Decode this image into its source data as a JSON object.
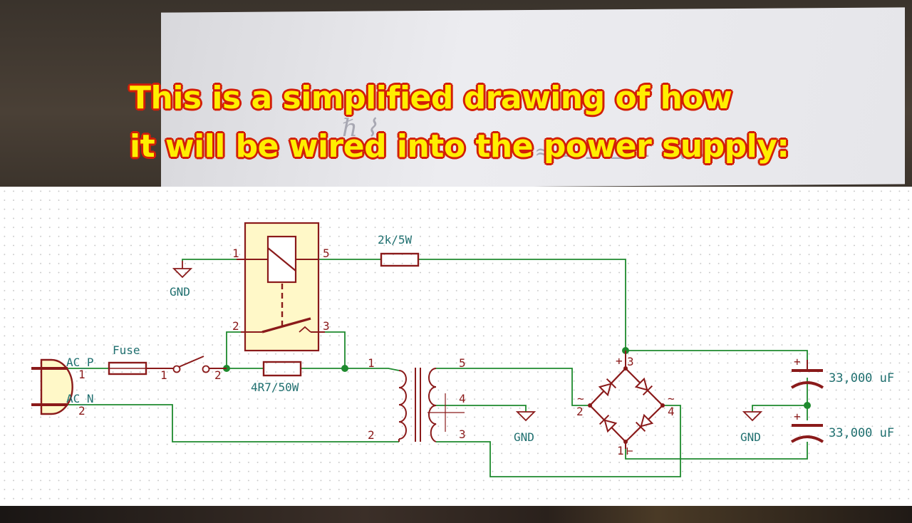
{
  "caption": {
    "line1": "This is a simplified drawing of how",
    "line2": "it will be wired into the power supply:"
  },
  "colors": {
    "wire": "#1e8a2e",
    "component": "#8a1a1a",
    "relay_fill": "#fff8c8",
    "label": "#1f6f6f",
    "caption_text": "#ffee00",
    "caption_outline": "#d21e08"
  },
  "schematic": {
    "connector": {
      "pin1_net": "AC_P",
      "pin2_net": "AC_N",
      "pin1": "1",
      "pin2": "2"
    },
    "fuse": {
      "label": "Fuse"
    },
    "switch": {
      "pin1": "1",
      "pin2": "2"
    },
    "relay": {
      "pin1": "1",
      "pin2": "2",
      "pin3": "3",
      "pin5": "5"
    },
    "gnd_relay": {
      "label": "GND"
    },
    "resistor_series": {
      "label": "2k/5W"
    },
    "resistor_bypass": {
      "label": "4R7/50W"
    },
    "transformer": {
      "pin1": "1",
      "pin2": "2",
      "pin3": "3",
      "pin4": "4",
      "pin5": "5"
    },
    "gnd_transformer": {
      "label": "GND"
    },
    "bridge": {
      "pin1": "1",
      "pin2": "2",
      "pin3": "3",
      "pin4": "4",
      "plus": "+",
      "tilde": "~",
      "minus": "⊢"
    },
    "capacitors": [
      {
        "label": "33,000 uF",
        "polarity": "+"
      },
      {
        "label": "33,000 uF",
        "polarity": "+"
      }
    ],
    "gnd_caps": {
      "label": "GND"
    }
  }
}
